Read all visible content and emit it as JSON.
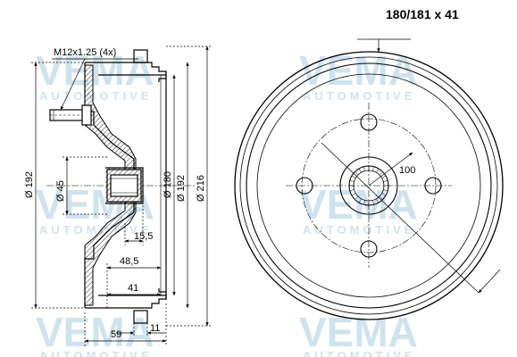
{
  "title": "180/181 x 41",
  "watermark": {
    "brand": "VEMA",
    "sub": "AUTOMOTIVE",
    "color": "#cfe3ee"
  },
  "dimensions": {
    "thread": "M12x1.25 (4x)",
    "dia_192_left": "Ø 192",
    "dia_45": "Ø 45",
    "dia_180": "Ø 180",
    "dia_192_right": "Ø 192",
    "dia_216": "Ø 216",
    "len_15_5": "15,5",
    "len_48_5": "48,5",
    "len_41": "41",
    "len_59": "59",
    "len_11": "11",
    "pcd_100": "100"
  }
}
